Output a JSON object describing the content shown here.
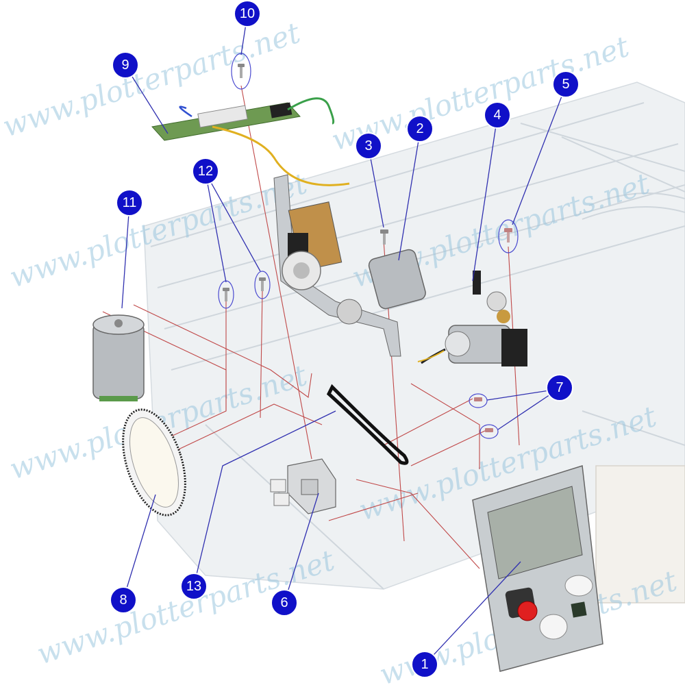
{
  "watermark_text": "www.plotterparts.net",
  "callouts": [
    {
      "id": "callout-1",
      "label": "1"
    },
    {
      "id": "callout-2",
      "label": "2"
    },
    {
      "id": "callout-3",
      "label": "3"
    },
    {
      "id": "callout-4",
      "label": "4"
    },
    {
      "id": "callout-5",
      "label": "5"
    },
    {
      "id": "callout-6",
      "label": "6"
    },
    {
      "id": "callout-7",
      "label": "7"
    },
    {
      "id": "callout-8",
      "label": "8"
    },
    {
      "id": "callout-9",
      "label": "9"
    },
    {
      "id": "callout-10",
      "label": "10"
    },
    {
      "id": "callout-11",
      "label": "11"
    },
    {
      "id": "callout-12",
      "label": "12"
    },
    {
      "id": "callout-13",
      "label": "13"
    }
  ],
  "colors": {
    "callout_fill": "#1010c8",
    "leader_line": "#3030b0",
    "assembly_line": "#c04848",
    "pcb_green": "#6e9a52",
    "button_red": "#e02020",
    "watermark": "#9cc7df"
  }
}
